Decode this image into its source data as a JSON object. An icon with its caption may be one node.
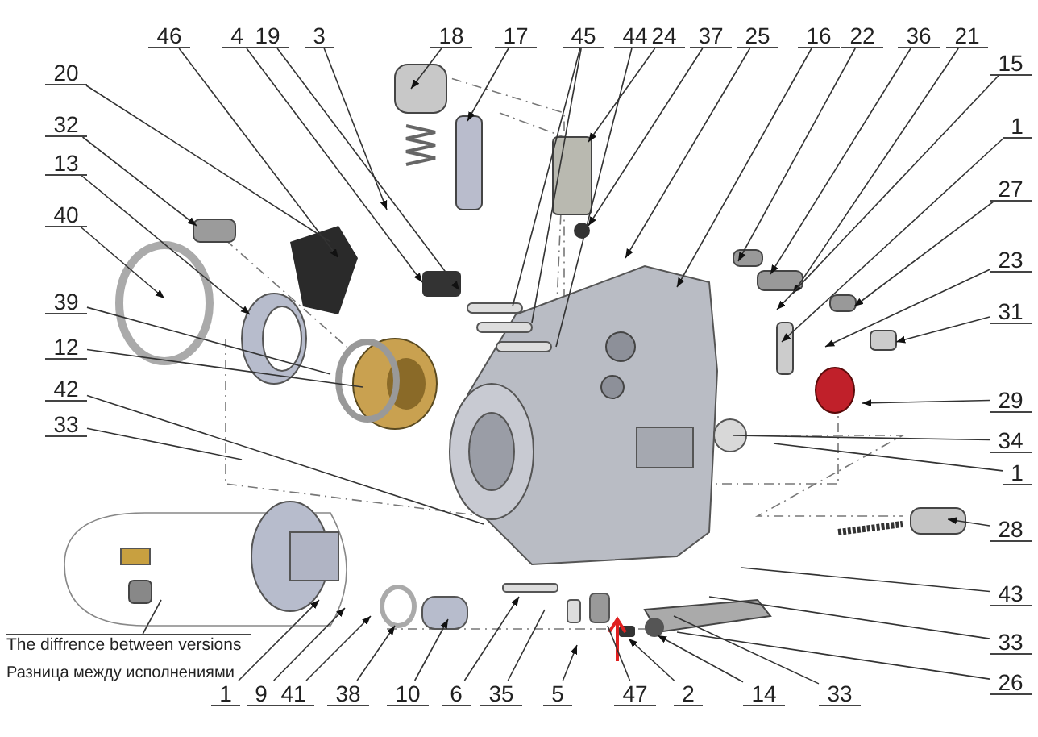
{
  "diagram": {
    "nodes": [
      {
        "text": [
          "46"
        ]
      },
      {
        "text": [
          "4"
        ]
      },
      {
        "text": [
          "19"
        ]
      },
      {
        "text": [
          "3"
        ]
      },
      {
        "text": [
          "18"
        ]
      },
      {
        "text": [
          "17"
        ]
      },
      {
        "text": [
          "45"
        ]
      },
      {
        "text": [
          "44"
        ]
      },
      {
        "text": [
          "24"
        ]
      },
      {
        "text": [
          "37"
        ]
      },
      {
        "text": [
          "25"
        ]
      },
      {
        "text": [
          "16"
        ]
      },
      {
        "text": [
          "22"
        ]
      },
      {
        "text": [
          "36"
        ]
      },
      {
        "text": [
          "21"
        ]
      },
      {
        "text": [
          "20"
        ]
      },
      {
        "text": [
          "32"
        ]
      },
      {
        "text": [
          "13"
        ]
      },
      {
        "text": [
          "40"
        ]
      },
      {
        "text": [
          "39"
        ]
      },
      {
        "text": [
          "12"
        ]
      },
      {
        "text": [
          "42"
        ]
      },
      {
        "text": [
          "33"
        ]
      },
      {
        "text": [
          "15"
        ]
      },
      {
        "text": [
          "1"
        ]
      },
      {
        "text": [
          "27"
        ]
      },
      {
        "text": [
          "23"
        ]
      },
      {
        "text": [
          "31"
        ]
      },
      {
        "text": [
          "29"
        ]
      },
      {
        "text": [
          "34"
        ]
      },
      {
        "text": [
          "1"
        ]
      },
      {
        "text": [
          "28"
        ]
      },
      {
        "text": [
          "43"
        ]
      },
      {
        "text": [
          "33"
        ]
      },
      {
        "text": [
          "26"
        ]
      },
      {
        "text": [
          "The diffrence between versions",
          "Разница между исполнениями"
        ]
      },
      {
        "text": [
          "1"
        ]
      },
      {
        "text": [
          "9"
        ]
      },
      {
        "text": [
          "41"
        ]
      },
      {
        "text": [
          "38"
        ]
      },
      {
        "text": [
          "10"
        ]
      },
      {
        "text": [
          "6"
        ]
      },
      {
        "text": [
          "35"
        ]
      },
      {
        "text": [
          "5"
        ]
      },
      {
        "text": [
          "47"
        ]
      },
      {
        "text": [
          "2"
        ]
      },
      {
        "text": [
          "14"
        ]
      },
      {
        "text": [
          "33"
        ]
      }
    ],
    "edges": [
      {
        "from": 0,
        "to": null,
        "arrow": "to"
      },
      {
        "from": 1,
        "to": null,
        "arrow": "to"
      },
      {
        "from": 2,
        "to": null,
        "arrow": "to"
      },
      {
        "from": 3,
        "to": null,
        "arrow": "to"
      },
      {
        "from": 4,
        "to": null,
        "arrow": "to"
      },
      {
        "from": 5,
        "to": null,
        "arrow": "to"
      },
      {
        "from": 6,
        "to": null,
        "arrow": "none"
      },
      {
        "from": 6,
        "to": null,
        "arrow": "none"
      },
      {
        "from": 7,
        "to": null,
        "arrow": "none"
      },
      {
        "from": 8,
        "to": null,
        "arrow": "to"
      },
      {
        "from": 9,
        "to": null,
        "arrow": "to"
      },
      {
        "from": 10,
        "to": null,
        "arrow": "to"
      },
      {
        "from": 11,
        "to": null,
        "arrow": "to"
      },
      {
        "from": 12,
        "to": null,
        "arrow": "to"
      },
      {
        "from": 13,
        "to": null,
        "arrow": "to"
      },
      {
        "from": 14,
        "to": null,
        "arrow": "to"
      },
      {
        "from": 15,
        "to": null,
        "arrow": "none"
      },
      {
        "from": 16,
        "to": null,
        "arrow": "to"
      },
      {
        "from": 17,
        "to": null,
        "arrow": "to"
      },
      {
        "from": 18,
        "to": null,
        "arrow": "to"
      },
      {
        "from": 19,
        "to": null,
        "arrow": "none"
      },
      {
        "from": 20,
        "to": null,
        "arrow": "none"
      },
      {
        "from": 21,
        "to": null,
        "arrow": "none"
      },
      {
        "from": 22,
        "to": null,
        "arrow": "none"
      },
      {
        "from": 23,
        "to": null,
        "arrow": "to"
      },
      {
        "from": 24,
        "to": null,
        "arrow": "to"
      },
      {
        "from": 25,
        "to": null,
        "arrow": "to"
      },
      {
        "from": 26,
        "to": null,
        "arrow": "to"
      },
      {
        "from": 27,
        "to": null,
        "arrow": "to"
      },
      {
        "from": 28,
        "to": null,
        "arrow": "to"
      },
      {
        "from": 29,
        "to": null,
        "arrow": "none"
      },
      {
        "from": 30,
        "to": null,
        "arrow": "none"
      },
      {
        "from": 31,
        "to": null,
        "arrow": "to"
      },
      {
        "from": 32,
        "to": null,
        "arrow": "none"
      },
      {
        "from": 33,
        "to": null,
        "arrow": "none"
      },
      {
        "from": 34,
        "to": null,
        "arrow": "none"
      },
      {
        "from": 35,
        "to": null,
        "arrow": "none"
      },
      {
        "from": 36,
        "to": null,
        "arrow": "to"
      },
      {
        "from": 37,
        "to": null,
        "arrow": "to"
      },
      {
        "from": 38,
        "to": null,
        "arrow": "to"
      },
      {
        "from": 39,
        "to": null,
        "arrow": "to"
      },
      {
        "from": 40,
        "to": null,
        "arrow": "to"
      },
      {
        "from": 41,
        "to": null,
        "arrow": "to"
      },
      {
        "from": 42,
        "to": null,
        "arrow": "none"
      },
      {
        "from": 43,
        "to": null,
        "arrow": "to"
      },
      {
        "from": 44,
        "to": null,
        "arrow": "none"
      },
      {
        "from": 45,
        "to": null,
        "arrow": "to"
      },
      {
        "from": 46,
        "to": null,
        "arrow": "to"
      },
      {
        "from": 47,
        "to": null,
        "arrow": "none"
      }
    ]
  }
}
